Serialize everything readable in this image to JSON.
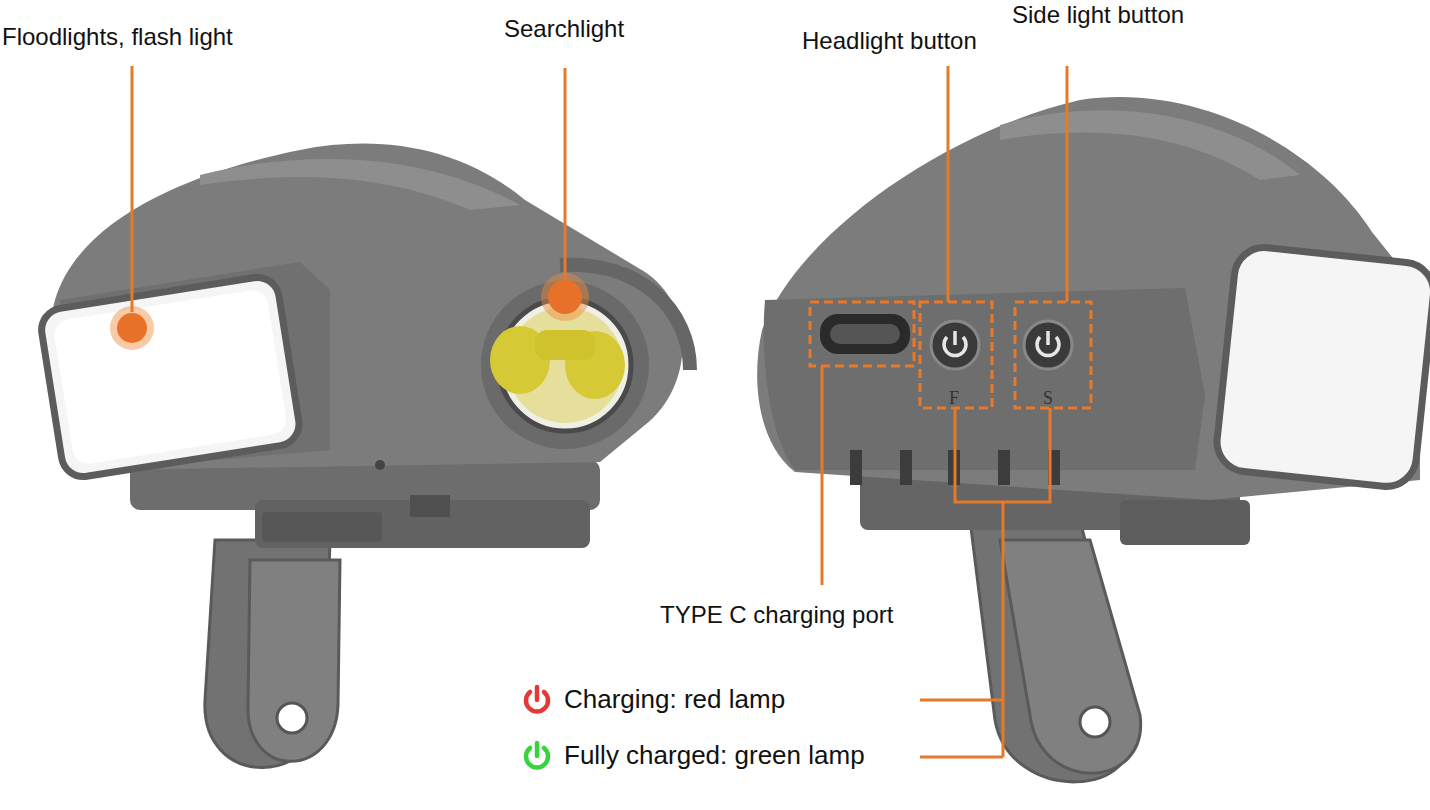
{
  "diagram": {
    "labels": [
      "Floodlights, flash light",
      "Searchlight",
      "Headlight button",
      "Side light button",
      "F",
      "S",
      "TYPE C charging port"
    ],
    "legend": [
      {
        "text": "Charging: red lamp",
        "color": "#e53935"
      },
      {
        "text": "Fully charged: green lamp",
        "color": "#35d43a"
      }
    ]
  }
}
